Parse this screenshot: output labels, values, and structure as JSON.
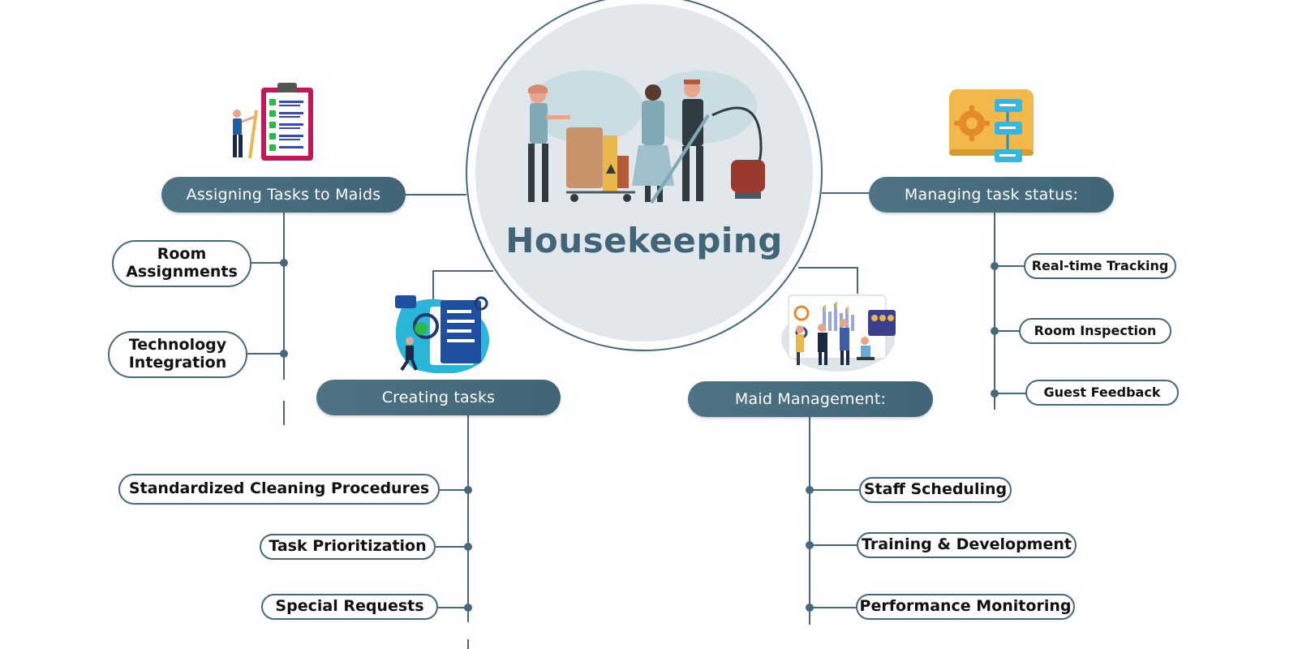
{
  "center": {
    "title": "Housekeeping"
  },
  "branches": {
    "assigning": {
      "label": "Assigning Tasks to Maids",
      "items": [
        "Room\nAssignments",
        "Technology\nIntegration"
      ]
    },
    "creating": {
      "label": "Creating tasks",
      "items": [
        "Standardized Cleaning Procedures",
        "Task Prioritization",
        "Special Requests"
      ]
    },
    "status": {
      "label": "Managing task status:",
      "items": [
        "Real-time Tracking",
        "Room Inspection",
        "Guest Feedback"
      ]
    },
    "maid": {
      "label": "Maid Management:",
      "items": [
        "Staff Scheduling",
        "Training & Development",
        "Performance Monitoring"
      ]
    }
  },
  "colors": {
    "primary": "#45697a",
    "pill": "#4e7384",
    "circle_fill": "#e1e7ea",
    "node_border": "#45697a"
  },
  "icons": {
    "assigning": "clipboard-checklist-icon",
    "creating": "document-search-icon",
    "status": "settings-list-icon",
    "maid": "dashboard-team-icon",
    "center": "housekeeping-staff-illustration"
  }
}
